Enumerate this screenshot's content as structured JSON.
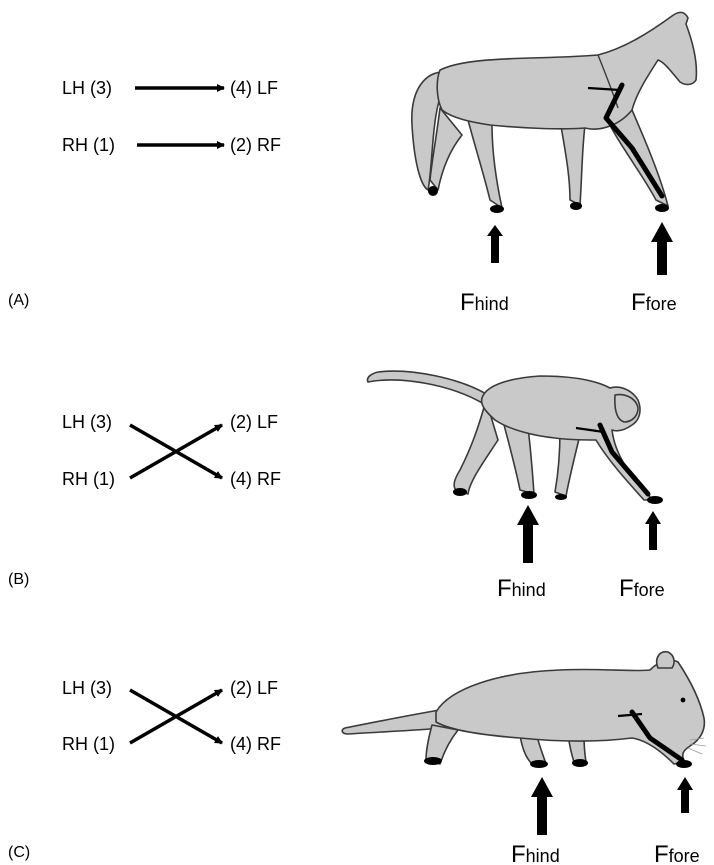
{
  "panels": [
    {
      "id": "A",
      "panel_label": "(A)",
      "sequence": {
        "top_left": "LH (3)",
        "top_right": "(4) LF",
        "bottom_left": "RH (1)",
        "bottom_right": "(2) RF"
      },
      "force_hind": {
        "main": "F",
        "sub": "hind"
      },
      "force_fore": {
        "main": "F",
        "sub": "fore"
      }
    },
    {
      "id": "B",
      "panel_label": "(B)",
      "sequence": {
        "top_left": "LH (3)",
        "top_right": "(2) LF",
        "bottom_left": "RH (1)",
        "bottom_right": "(4) RF"
      },
      "force_hind": {
        "main": "F",
        "sub": "hind"
      },
      "force_fore": {
        "main": "F",
        "sub": "fore"
      }
    },
    {
      "id": "C",
      "panel_label": "(C)",
      "sequence": {
        "top_left": "LH (3)",
        "top_right": "(2) LF",
        "bottom_left": "RH (1)",
        "bottom_right": "(4) RF"
      },
      "force_hind": {
        "main": "F",
        "sub": "hind"
      },
      "force_fore": {
        "main": "F",
        "sub": "fore"
      }
    }
  ],
  "icons": [
    "horse-silhouette",
    "monkey-silhouette",
    "opossum-silhouette",
    "force-arrow"
  ]
}
